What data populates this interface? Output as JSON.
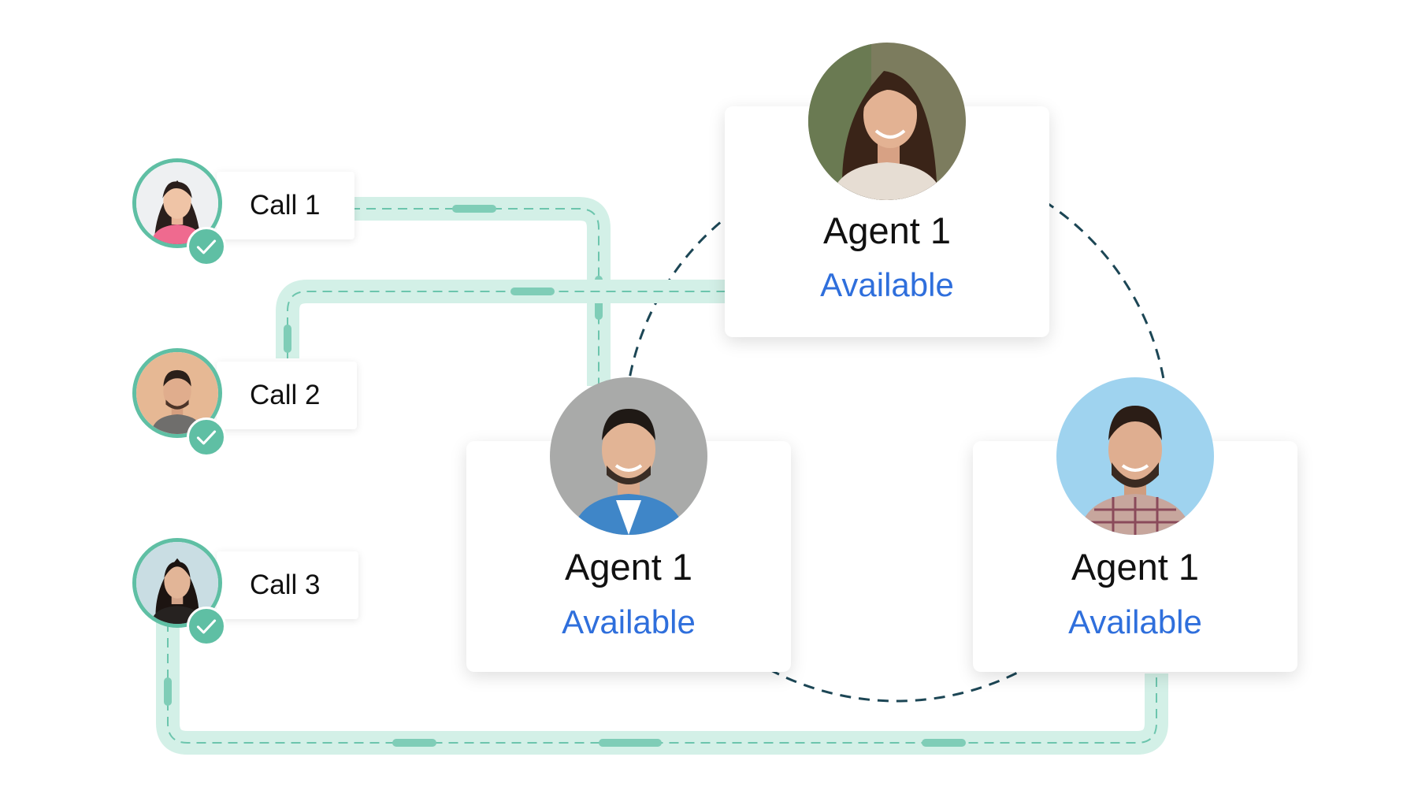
{
  "calls": [
    {
      "label": "Call 1",
      "icon": "female-caller-avatar-icon",
      "status_icon": "check-icon"
    },
    {
      "label": "Call 2",
      "icon": "male-caller-avatar-icon",
      "status_icon": "check-icon"
    },
    {
      "label": "Call 3",
      "icon": "female-caller-avatar-icon",
      "status_icon": "check-icon"
    }
  ],
  "agents": [
    {
      "name": "Agent 1",
      "status": "Available",
      "icon": "female-agent-avatar-icon"
    },
    {
      "name": "Agent 1",
      "status": "Available",
      "icon": "male-agent-avatar-icon"
    },
    {
      "name": "Agent 1",
      "status": "Available",
      "icon": "male-agent-avatar-icon"
    }
  ],
  "colors": {
    "route": "#d3f0e7",
    "route_dash": "#6cc5ad",
    "accent": "#5fbfa4",
    "ring": "#1c4655",
    "status": "#2f6fdc"
  }
}
